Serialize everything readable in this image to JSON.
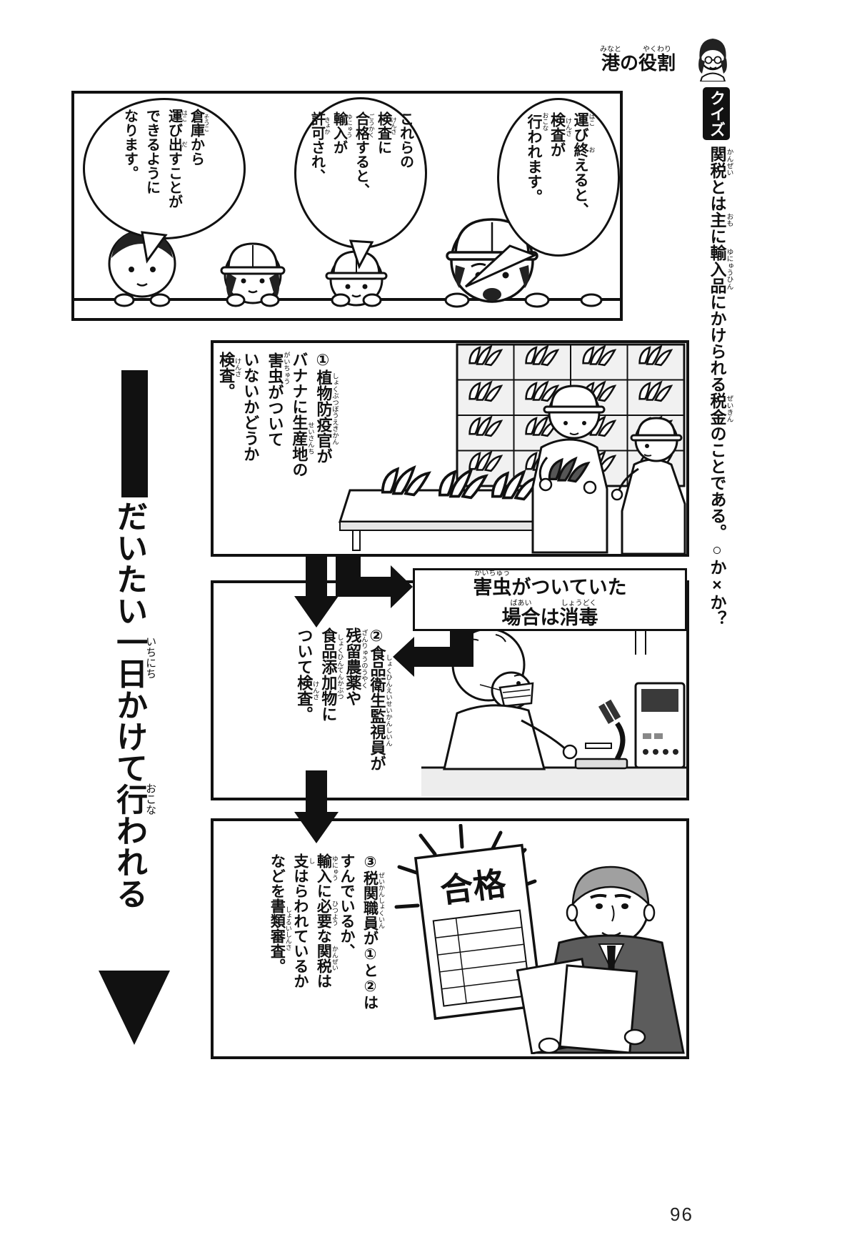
{
  "colors": {
    "ink": "#111111",
    "paper": "#ffffff",
    "tone_light": "#f1f1f1",
    "tone_mid": "#e6e6e6",
    "suit_gray": "#5c5c5c",
    "hair_gray": "#a0a0a0",
    "badge_bg": "#111111",
    "badge_fg": "#ffffff"
  },
  "icons": {
    "guide_character": "woman-guide-face",
    "flow_arrow": "filled-down-arrow",
    "elbow_arrow": "filled-elbow-arrow",
    "timeline_arrow": "large-down-arrow"
  },
  "page": {
    "number": "96"
  },
  "header": {
    "title_ruby": [
      {
        "t": "港",
        "r": "みなと"
      },
      {
        "t": "の"
      },
      {
        "t": "役割",
        "r": "やくわり"
      }
    ],
    "quiz_badge": "クイズ",
    "quiz_question_ruby": [
      {
        "t": "関税",
        "r": "かんぜい"
      },
      {
        "t": "とは"
      },
      {
        "t": "主",
        "r": "おも"
      },
      {
        "t": "に"
      },
      {
        "t": "輸入品",
        "r": "ゆにゅうひん"
      },
      {
        "t": "にかけられる"
      },
      {
        "t": "税金",
        "r": "ぜいきん"
      },
      {
        "t": "のことである。○か×か？"
      }
    ]
  },
  "panel1": {
    "bubble_right_ruby": [
      {
        "t": "運",
        "r": "はこ"
      },
      {
        "t": "び"
      },
      {
        "t": "終",
        "r": "お"
      },
      {
        "t": "えると、"
      },
      {
        "br": true
      },
      {
        "t": "検査",
        "r": "けんさ"
      },
      {
        "t": "が"
      },
      {
        "br": true
      },
      {
        "t": "行",
        "r": "おこな"
      },
      {
        "t": "われます。"
      }
    ],
    "bubble_middle_ruby": [
      {
        "t": "これらの"
      },
      {
        "br": true
      },
      {
        "t": "検査",
        "r": "けんさ"
      },
      {
        "t": "に"
      },
      {
        "br": true
      },
      {
        "t": "合格",
        "r": "ごうかく"
      },
      {
        "t": "すると、"
      },
      {
        "br": true
      },
      {
        "t": "輸入",
        "r": "ゆにゅう"
      },
      {
        "t": "が"
      },
      {
        "br": true
      },
      {
        "t": "許可",
        "r": "きょか"
      },
      {
        "t": "され、"
      }
    ],
    "bubble_left_ruby": [
      {
        "t": "倉庫",
        "r": "そうこ"
      },
      {
        "t": "から"
      },
      {
        "br": true
      },
      {
        "t": "運",
        "r": "はこ"
      },
      {
        "t": "び"
      },
      {
        "t": "出",
        "r": "だ"
      },
      {
        "t": "すことが"
      },
      {
        "br": true
      },
      {
        "t": "できるように"
      },
      {
        "br": true
      },
      {
        "t": "なります。"
      }
    ]
  },
  "flow": {
    "step1_ruby": [
      {
        "t": "①"
      },
      {
        "t": "植物防疫官",
        "r": "しょくぶつぼうえきかん"
      },
      {
        "t": "が"
      },
      {
        "br": true
      },
      {
        "t": "バナナに"
      },
      {
        "t": "生産地",
        "r": "せいさんち"
      },
      {
        "t": "の"
      },
      {
        "br": true
      },
      {
        "t": "害虫",
        "r": "がいちゅう"
      },
      {
        "t": "がついて"
      },
      {
        "br": true
      },
      {
        "t": "いないかどうか"
      },
      {
        "br": true
      },
      {
        "t": "検査",
        "r": "けんさ"
      },
      {
        "t": "。"
      }
    ],
    "callout_line1_ruby": [
      {
        "t": "害虫",
        "r": "がいちゅう"
      },
      {
        "t": "がついていた"
      }
    ],
    "callout_line2_ruby": [
      {
        "t": "場合",
        "r": "ばあい"
      },
      {
        "t": "は"
      },
      {
        "t": "消毒",
        "r": "しょうどく"
      }
    ],
    "step2_ruby": [
      {
        "t": "②"
      },
      {
        "t": "食品衛生監視員",
        "r": "しょくひんえいせいかんしいん"
      },
      {
        "t": "が"
      },
      {
        "br": true
      },
      {
        "t": "残留農薬",
        "r": "ざんりゅうのうやく"
      },
      {
        "t": "や"
      },
      {
        "br": true
      },
      {
        "t": "食品添加物",
        "r": "しょくひんてんかぶつ"
      },
      {
        "t": "に"
      },
      {
        "br": true
      },
      {
        "t": "ついて"
      },
      {
        "t": "検査",
        "r": "けんさ"
      },
      {
        "t": "。"
      }
    ],
    "step3_ruby": [
      {
        "t": "③"
      },
      {
        "t": "税関職員",
        "r": "ぜいかんしょくいん"
      },
      {
        "t": "が①と②は"
      },
      {
        "br": true
      },
      {
        "t": "すんでいるか、"
      },
      {
        "br": true
      },
      {
        "t": "輸入",
        "r": "ゆにゅう"
      },
      {
        "t": "に"
      },
      {
        "t": "必要",
        "r": "ひつよう"
      },
      {
        "t": "な"
      },
      {
        "t": "関税",
        "r": "かんぜい"
      },
      {
        "t": "は"
      },
      {
        "br": true
      },
      {
        "t": "支",
        "r": "し"
      },
      {
        "t": "はらわれているか"
      },
      {
        "br": true
      },
      {
        "t": "などを"
      },
      {
        "t": "書類審査",
        "r": "しょるいしんさ"
      },
      {
        "t": "。"
      }
    ],
    "certificate_label": "合格",
    "timeline_ruby": [
      {
        "t": "だいたい"
      },
      {
        "t": "一日",
        "r": "いちにち"
      },
      {
        "t": "かけて"
      },
      {
        "t": "行",
        "r": "おこな"
      },
      {
        "t": "われる"
      }
    ]
  }
}
